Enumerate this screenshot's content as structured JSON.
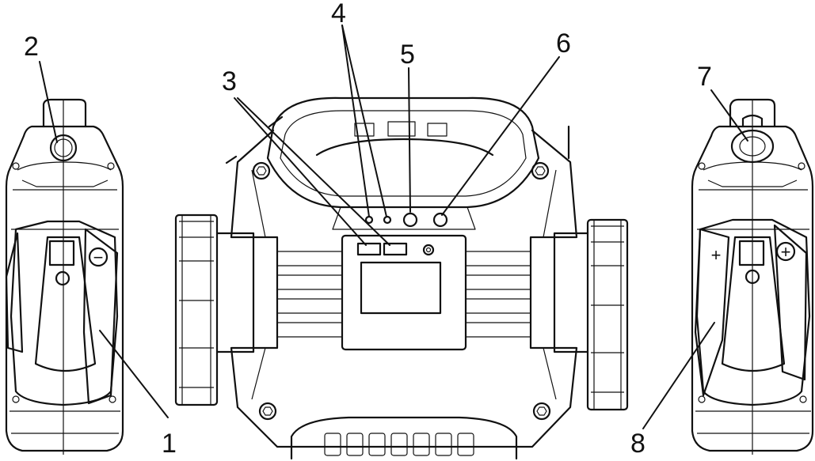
{
  "callouts": [
    {
      "id": "1",
      "label": "1"
    },
    {
      "id": "2",
      "label": "2"
    },
    {
      "id": "3",
      "label": "3"
    },
    {
      "id": "4",
      "label": "4"
    },
    {
      "id": "5",
      "label": "5"
    },
    {
      "id": "6",
      "label": "6"
    },
    {
      "id": "7",
      "label": "7"
    },
    {
      "id": "8",
      "label": "8"
    }
  ],
  "symbols": {
    "minus": "−",
    "plus": "+"
  },
  "views": {
    "left": "left-side-view",
    "front": "front-view",
    "right": "right-side-view"
  }
}
